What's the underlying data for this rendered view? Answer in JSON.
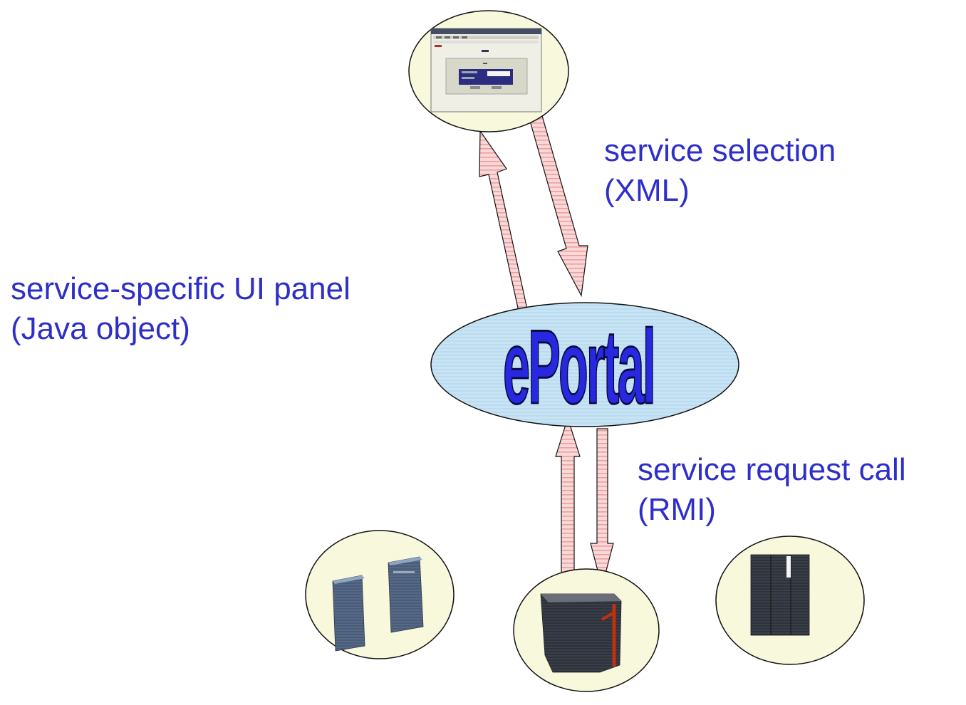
{
  "colors": {
    "label_text": "#2e2ec8",
    "arrow_fill": "#fbd8d8",
    "arrow_stripe": "#e8a0a0",
    "portal_fill": "#c8e4f4",
    "portal_text": "#2828e0",
    "node_fill": "#f8f8dc"
  },
  "diagram": {
    "portal_label": "ePortal",
    "labels": {
      "selection_line1": "service selection",
      "selection_line2": "(XML)",
      "ui_panel_line1": "service-specific UI panel",
      "ui_panel_line2": "(Java object)",
      "request_line1": "service request call",
      "request_line2": "(RMI)"
    },
    "nodes": {
      "client": "browser-window-icon",
      "server_left": "server-towers-icon",
      "server_middle": "server-unit-icon",
      "server_right": "server-rack-icon"
    }
  }
}
